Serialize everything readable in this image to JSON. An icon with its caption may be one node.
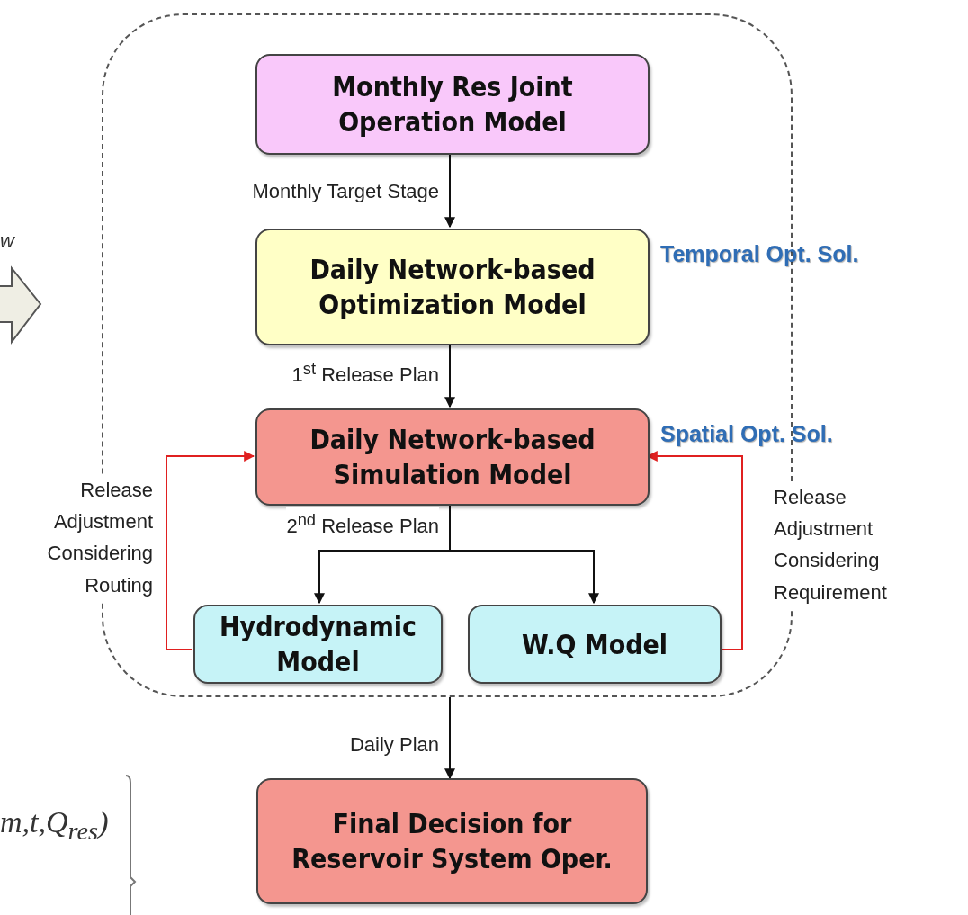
{
  "diagram": {
    "nodes": [
      {
        "text": [],
        "shape": "box"
      },
      {
        "text": [
          "Monthly Res Joint Operation Model"
        ],
        "in": 0
      },
      {
        "text": [
          "Daily Network-based Optimization Model"
        ],
        "in": 0,
        "beside": [
          "Temporal Opt. Sol."
        ]
      },
      {
        "text": [
          "Daily Network-based Simulation Model"
        ],
        "in": 0,
        "beside": [
          "Spatial Opt. Sol."
        ]
      },
      {
        "text": [
          "Hydrodynamic Model"
        ],
        "in": 0
      },
      {
        "text": [
          "W.Q Model"
        ],
        "in": 0
      },
      {
        "text": [
          "Final Decision for Reservoir System Oper."
        ]
      }
    ],
    "edges": [
      {
        "from": 1,
        "to": 2,
        "arrow": "to",
        "label": "Monthly Target Stage"
      },
      {
        "from": 2,
        "to": 3,
        "arrow": "to",
        "label": "1$^{st}$ Release Plan"
      },
      {
        "from": 3,
        "to": 4,
        "arrow": "to",
        "label": "2$^{nd}$ Release Plan"
      },
      {
        "from": 3,
        "to": 5,
        "arrow": "to"
      },
      {
        "from": 4,
        "to": 3,
        "arrow": "to",
        "label": "Release Adjustment Considering Routing",
        "color": "#e02020"
      },
      {
        "from": 5,
        "to": 3,
        "arrow": "to",
        "label": "Release Adjustment Considering Requirement",
        "color": "#e02020"
      },
      {
        "from": 0,
        "to": 6,
        "arrow": "to",
        "label": "Daily Plan"
      }
    ],
    "labels": [
      "w",
      "m,t,Q$_{res}$)"
    ]
  }
}
